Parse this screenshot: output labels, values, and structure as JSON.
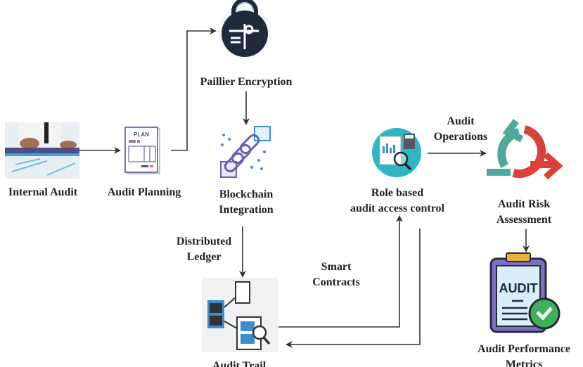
{
  "nodes": {
    "internal_audit": "Internal Audit",
    "audit_planning": "Audit Planning",
    "plan_doc_title": "PLAN",
    "paillier": "Paillier Encryption",
    "blockchain_1": "Blockchain",
    "blockchain_2": "Integration",
    "role_1": "Role based",
    "role_2": "audit access control",
    "risk_1": "Audit Risk",
    "risk_2": "Assessment",
    "clipboard_text": "AUDIT",
    "metrics_1": "Audit Performance",
    "metrics_2": "Metrics",
    "audit_trail": "Audit Trail"
  },
  "edges": {
    "audit_operations_1": "Audit",
    "audit_operations_2": "Operations",
    "distributed_1": "Distributed",
    "distributed_2": "Ledger",
    "smart_1": "Smart",
    "smart_2": "Contracts"
  },
  "colors": {
    "arrow": "#333333",
    "lock_dark": "#1f2a3a",
    "teal": "#4fa89a",
    "red": "#d9413a",
    "purple": "#6a5fb3",
    "blue": "#3b8fd0",
    "cyan": "#2fb5c4"
  }
}
